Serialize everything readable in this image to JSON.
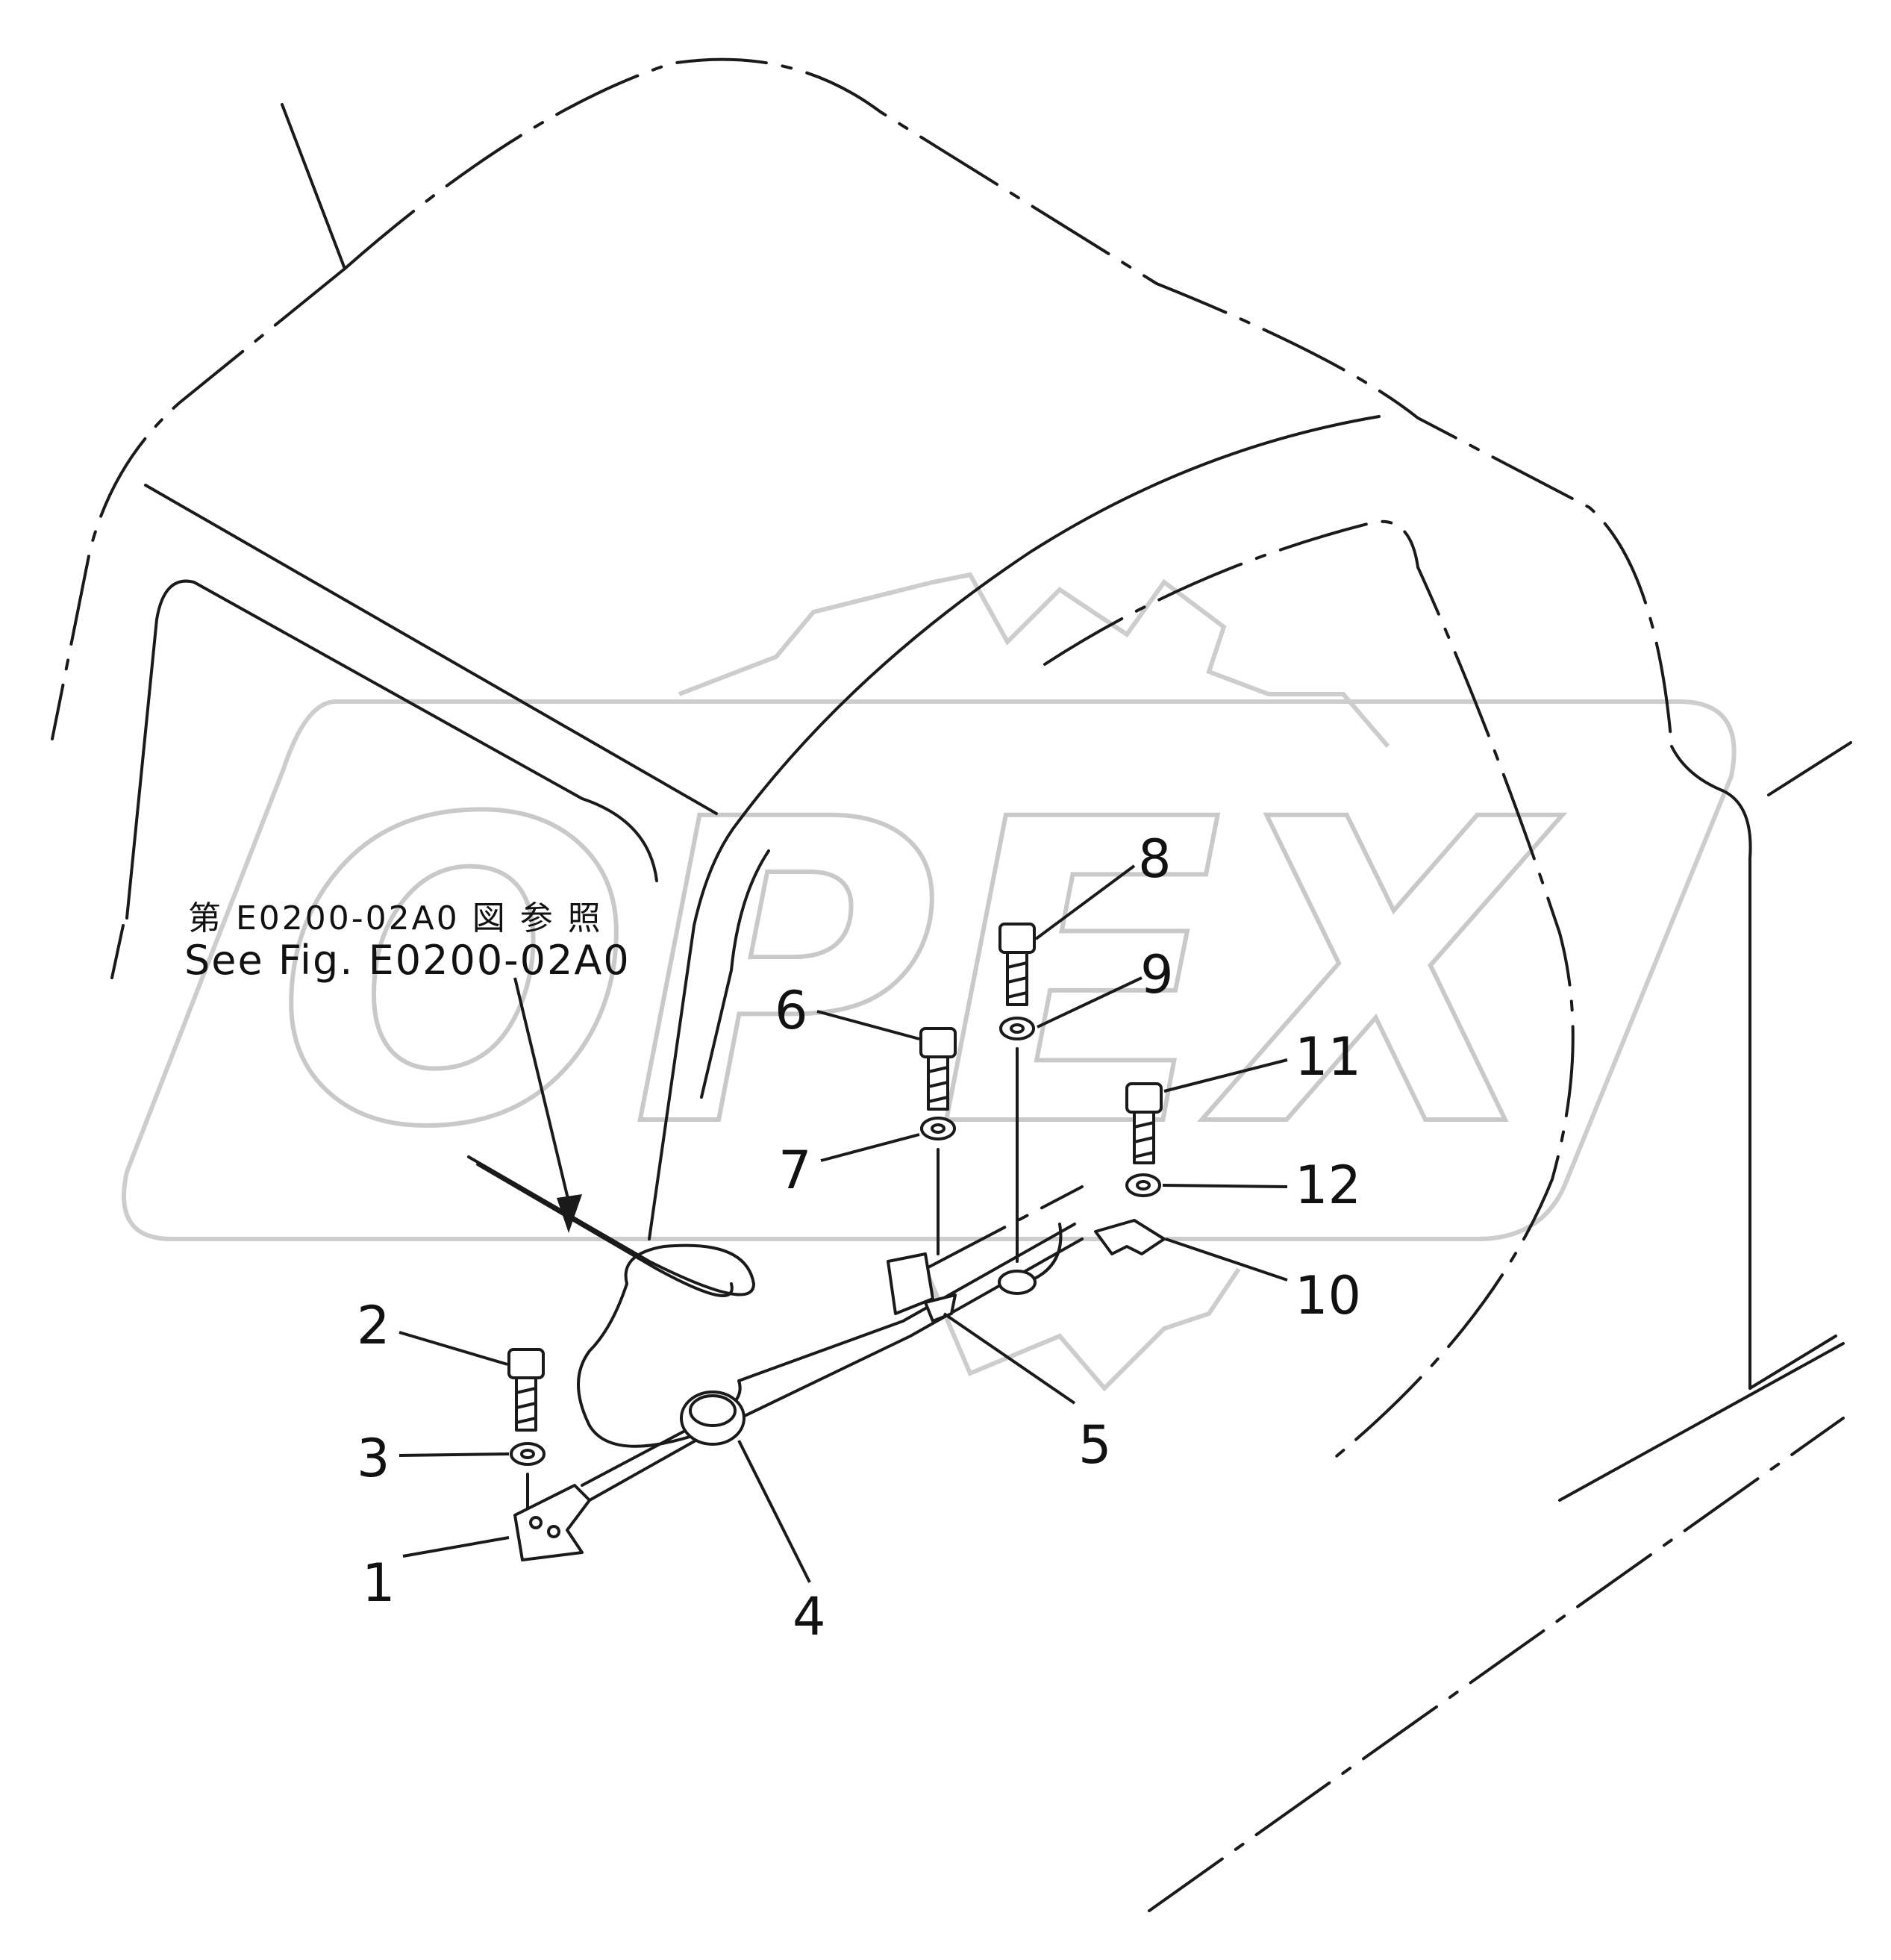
{
  "reference_note": {
    "japanese": "第 E0200-02A0 図 参 照",
    "english": "See Fig. E0200-02A0"
  },
  "watermark": {
    "text": "OPEX",
    "color": "#c9c9c9"
  },
  "callouts": [
    {
      "id": "1",
      "label": "1"
    },
    {
      "id": "2",
      "label": "2"
    },
    {
      "id": "3",
      "label": "3"
    },
    {
      "id": "4",
      "label": "4"
    },
    {
      "id": "5",
      "label": "5"
    },
    {
      "id": "6",
      "label": "6"
    },
    {
      "id": "7",
      "label": "7"
    },
    {
      "id": "8",
      "label": "8"
    },
    {
      "id": "9",
      "label": "9"
    },
    {
      "id": "10",
      "label": "10"
    },
    {
      "id": "11",
      "label": "11"
    },
    {
      "id": "12",
      "label": "12"
    }
  ],
  "colors": {
    "line": "#1a1a1a",
    "background": "#ffffff"
  }
}
